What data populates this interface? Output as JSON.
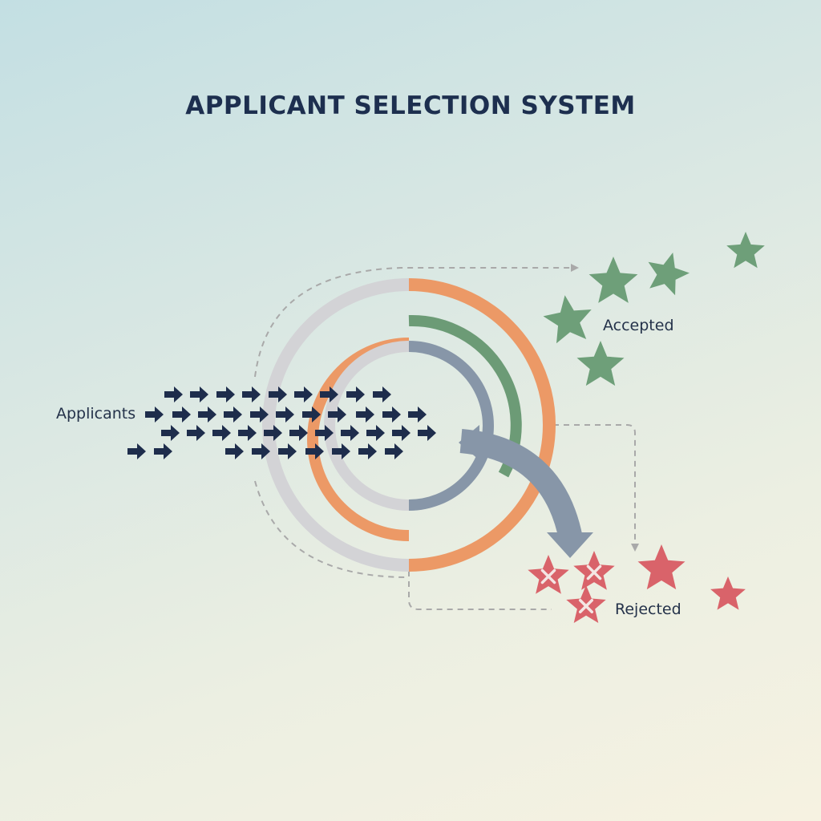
{
  "title": "APPLICANT SELECTION SYSTEM",
  "labels": {
    "applicants": "Applicants",
    "accepted": "Accepted",
    "rejected": "Rejected"
  },
  "colors": {
    "title": "#1d2f4f",
    "applicant_arrow": "#1e2d4c",
    "ring_gray": "#d3d3d6",
    "ring_orange": "#ec9966",
    "ring_green": "#6c9b76",
    "ring_slate": "#8796a8",
    "accepted_star": "#6e9f79",
    "rejected_star": "#d9636a",
    "dashed_path": "#a9a9a9"
  },
  "icons": {
    "applicant": "right-arrow-icon",
    "accepted": "star-icon",
    "rejected": "star-x-icon"
  }
}
